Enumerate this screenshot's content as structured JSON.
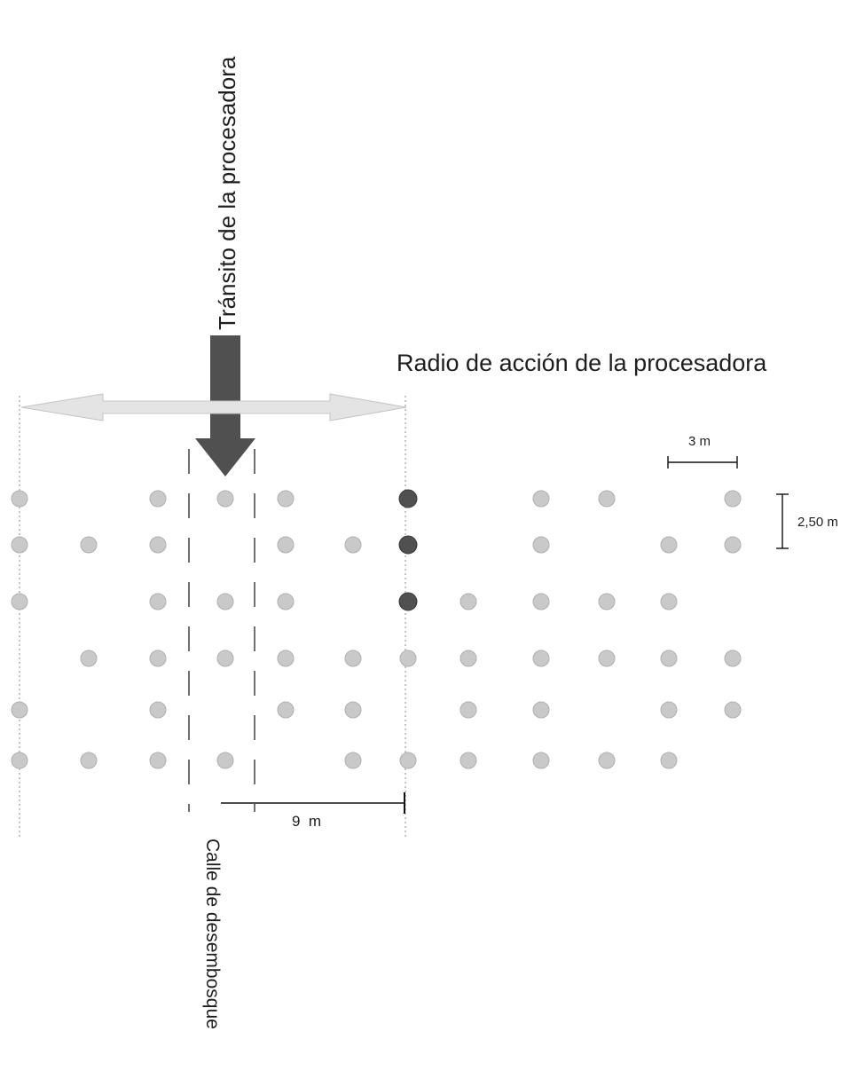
{
  "labels": {
    "transit": "Tránsito de la procesadora",
    "reach": "Radio de acción de la procesadora",
    "street": "Calle de desembosque"
  },
  "dimensions": {
    "reach_distance": "9  m",
    "tree_spacing": "3 m",
    "row_spacing": "2,50 m"
  },
  "colors": {
    "tree_light": "#c9c9c9",
    "tree_dark": "#505050",
    "arrow_dark": "#505050",
    "arrow_light": "#e2e2e2",
    "line": "#222222"
  },
  "grid": {
    "columns": 12,
    "rows": 6,
    "trees": [
      {
        "row": 1,
        "col": 1,
        "shade": "light"
      },
      {
        "row": 1,
        "col": 3,
        "shade": "light"
      },
      {
        "row": 1,
        "col": 4,
        "shade": "light"
      },
      {
        "row": 1,
        "col": 5,
        "shade": "light"
      },
      {
        "row": 1,
        "col": 7,
        "shade": "dark"
      },
      {
        "row": 1,
        "col": 9,
        "shade": "light"
      },
      {
        "row": 1,
        "col": 10,
        "shade": "light"
      },
      {
        "row": 1,
        "col": 12,
        "shade": "light"
      },
      {
        "row": 2,
        "col": 1,
        "shade": "light"
      },
      {
        "row": 2,
        "col": 2,
        "shade": "light"
      },
      {
        "row": 2,
        "col": 3,
        "shade": "light"
      },
      {
        "row": 2,
        "col": 5,
        "shade": "light"
      },
      {
        "row": 2,
        "col": 6,
        "shade": "light"
      },
      {
        "row": 2,
        "col": 7,
        "shade": "dark"
      },
      {
        "row": 2,
        "col": 9,
        "shade": "light"
      },
      {
        "row": 2,
        "col": 11,
        "shade": "light"
      },
      {
        "row": 2,
        "col": 12,
        "shade": "light"
      },
      {
        "row": 3,
        "col": 1,
        "shade": "light"
      },
      {
        "row": 3,
        "col": 3,
        "shade": "light"
      },
      {
        "row": 3,
        "col": 4,
        "shade": "light"
      },
      {
        "row": 3,
        "col": 5,
        "shade": "light"
      },
      {
        "row": 3,
        "col": 7,
        "shade": "dark"
      },
      {
        "row": 3,
        "col": 8,
        "shade": "light"
      },
      {
        "row": 3,
        "col": 9,
        "shade": "light"
      },
      {
        "row": 3,
        "col": 10,
        "shade": "light"
      },
      {
        "row": 3,
        "col": 11,
        "shade": "light"
      },
      {
        "row": 4,
        "col": 2,
        "shade": "light"
      },
      {
        "row": 4,
        "col": 3,
        "shade": "light"
      },
      {
        "row": 4,
        "col": 4,
        "shade": "light"
      },
      {
        "row": 4,
        "col": 5,
        "shade": "light"
      },
      {
        "row": 4,
        "col": 6,
        "shade": "light"
      },
      {
        "row": 4,
        "col": 7,
        "shade": "light"
      },
      {
        "row": 4,
        "col": 8,
        "shade": "light"
      },
      {
        "row": 4,
        "col": 9,
        "shade": "light"
      },
      {
        "row": 4,
        "col": 10,
        "shade": "light"
      },
      {
        "row": 4,
        "col": 11,
        "shade": "light"
      },
      {
        "row": 4,
        "col": 12,
        "shade": "light"
      },
      {
        "row": 5,
        "col": 1,
        "shade": "light"
      },
      {
        "row": 5,
        "col": 3,
        "shade": "light"
      },
      {
        "row": 5,
        "col": 5,
        "shade": "light"
      },
      {
        "row": 5,
        "col": 6,
        "shade": "light"
      },
      {
        "row": 5,
        "col": 8,
        "shade": "light"
      },
      {
        "row": 5,
        "col": 9,
        "shade": "light"
      },
      {
        "row": 5,
        "col": 11,
        "shade": "light"
      },
      {
        "row": 5,
        "col": 12,
        "shade": "light"
      },
      {
        "row": 6,
        "col": 1,
        "shade": "light"
      },
      {
        "row": 6,
        "col": 2,
        "shade": "light"
      },
      {
        "row": 6,
        "col": 3,
        "shade": "light"
      },
      {
        "row": 6,
        "col": 4,
        "shade": "light"
      },
      {
        "row": 6,
        "col": 6,
        "shade": "light"
      },
      {
        "row": 6,
        "col": 7,
        "shade": "light"
      },
      {
        "row": 6,
        "col": 8,
        "shade": "light"
      },
      {
        "row": 6,
        "col": 9,
        "shade": "light"
      },
      {
        "row": 6,
        "col": 10,
        "shade": "light"
      },
      {
        "row": 6,
        "col": 11,
        "shade": "light"
      }
    ]
  }
}
